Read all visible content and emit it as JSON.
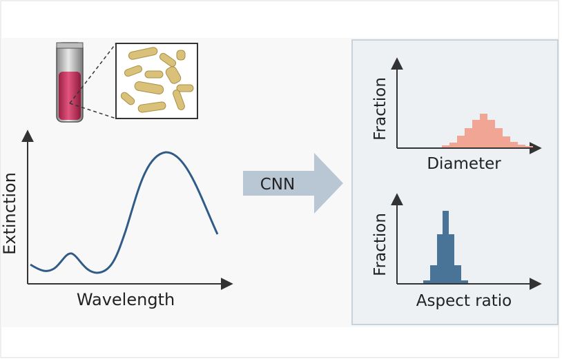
{
  "left_panel": {
    "y_axis_label": "Extinction",
    "x_axis_label": "Wavelength",
    "curve_color": "#2f5b86",
    "tube_liquid_color": "#c8365e",
    "rod_color": "#d8c07a"
  },
  "arrow": {
    "label": "CNN",
    "color": "#b9c6d3"
  },
  "right_panel": {
    "top_histogram": {
      "y_axis_label": "Fraction",
      "x_axis_label": "Diameter",
      "bar_color": "#f0a595"
    },
    "bottom_histogram": {
      "y_axis_label": "Fraction",
      "x_axis_label": "Aspect ratio",
      "bar_color": "#4a7398"
    }
  }
}
